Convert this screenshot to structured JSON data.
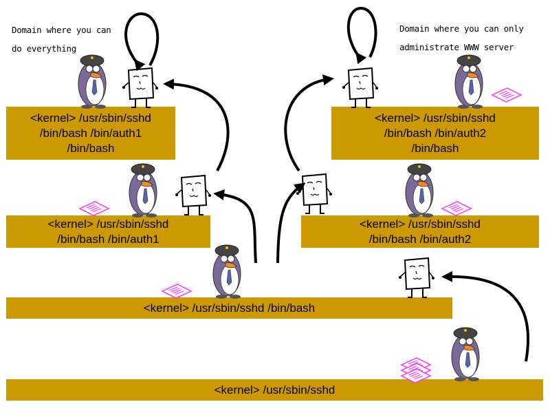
{
  "captions": {
    "left": [
      "Domain where you can",
      "do everything"
    ],
    "right": [
      "Domain where you can only",
      "administrate WWW server"
    ]
  },
  "blocks": [
    {
      "lines": [
        "<kernel> /usr/sbin/sshd",
        "/bin/bash /bin/auth1",
        "/bin/bash"
      ]
    },
    {
      "lines": [
        "<kernel> /usr/sbin/sshd",
        "/bin/bash /bin/auth2",
        "/bin/bash"
      ]
    },
    {
      "lines": [
        "<kernel> /usr/sbin/sshd",
        "/bin/bash /bin/auth1"
      ]
    },
    {
      "lines": [
        "<kernel> /usr/sbin/sshd",
        "/bin/bash /bin/auth2"
      ]
    },
    {
      "lines": [
        "<kernel> /usr/sbin/sshd /bin/bash"
      ]
    },
    {
      "lines": [
        "<kernel> /usr/sbin/sshd"
      ]
    }
  ],
  "colors": {
    "block": "#cc9900",
    "document": "#ff33ff",
    "penguin_body": "#7a6a99",
    "arrow": "#000000"
  },
  "icons": [
    "penguin-police-icon",
    "process-paper-icon",
    "policy-document-icon",
    "transition-arrow-icon",
    "self-loop-arrow-icon"
  ]
}
